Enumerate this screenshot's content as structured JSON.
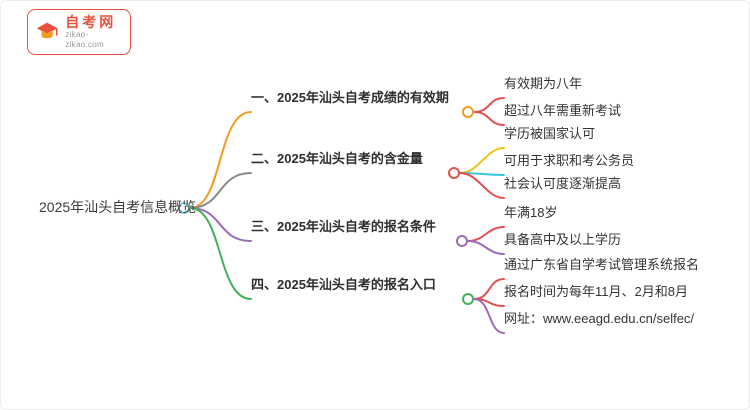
{
  "logo": {
    "title": "自考网",
    "subtitle": "zikao-zikao.com"
  },
  "colors": {
    "brand_red": "#e8513d",
    "branch1_line": "#f59a23",
    "branch2_line": "#8a8a8a",
    "branch3_line": "#9b6bb5",
    "branch4_line": "#44b05b",
    "child_red": "#e25050",
    "child_yellow": "#f0c419",
    "child_cyan": "#38c6d8",
    "child_purple": "#9b6bb5",
    "root_circle": "#7fcbe0",
    "branch_underline": "#3f3f3f"
  },
  "mindmap": {
    "root": "2025年汕头自考信息概览",
    "branches": [
      {
        "label": "一、2025年汕头自考成绩的有效期",
        "children": [
          {
            "label": "有效期为八年"
          },
          {
            "label": "超过八年需重新考试"
          }
        ]
      },
      {
        "label": "二、2025年汕头自考的含金量",
        "children": [
          {
            "label": "学历被国家认可"
          },
          {
            "label": "可用于求职和考公务员"
          },
          {
            "label": "社会认可度逐渐提高"
          }
        ]
      },
      {
        "label": "三、2025年汕头自考的报名条件",
        "children": [
          {
            "label": "年满18岁"
          },
          {
            "label": "具备高中及以上学历"
          }
        ]
      },
      {
        "label": "四、2025年汕头自考的报名入口",
        "children": [
          {
            "label": "通过广东省自学考试管理系统报名"
          },
          {
            "label": "报名时间为每年11月、2月和8月"
          },
          {
            "label": "网址：www.eeagd.edu.cn/selfec/"
          }
        ]
      }
    ]
  }
}
